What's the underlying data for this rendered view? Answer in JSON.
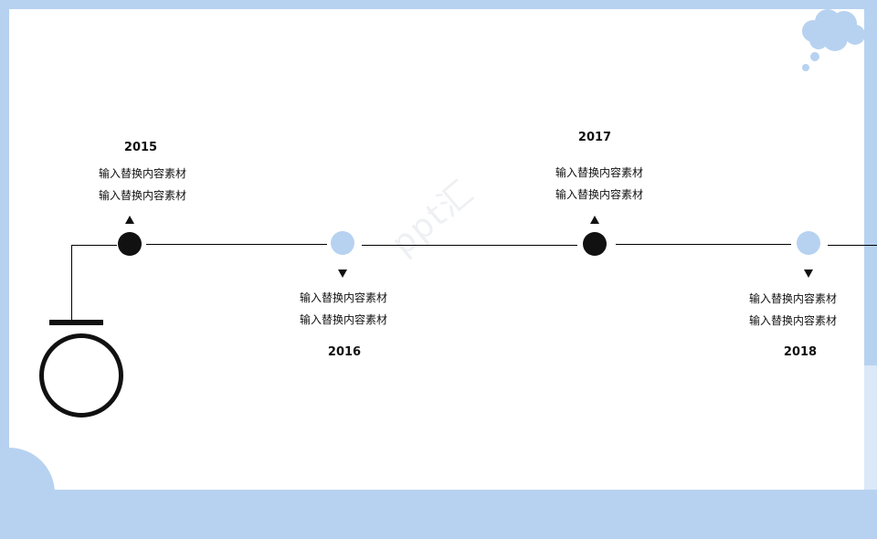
{
  "timeline": {
    "events": [
      {
        "year": "2015",
        "lines": [
          "输入替换内容素材",
          "输入替换内容素材"
        ]
      },
      {
        "year": "2016",
        "lines": [
          "输入替换内容素材",
          "输入替换内容素材"
        ]
      },
      {
        "year": "2017",
        "lines": [
          "输入替换内容素材",
          "输入替换内容素材"
        ]
      },
      {
        "year": "2018",
        "lines": [
          "输入替换内容素材",
          "输入替换内容素材"
        ]
      }
    ]
  },
  "colors": {
    "background": "#b7d2f0",
    "dark_dot": "#111111",
    "light_dot": "#b7d2f0"
  },
  "watermark": "ppt汇"
}
